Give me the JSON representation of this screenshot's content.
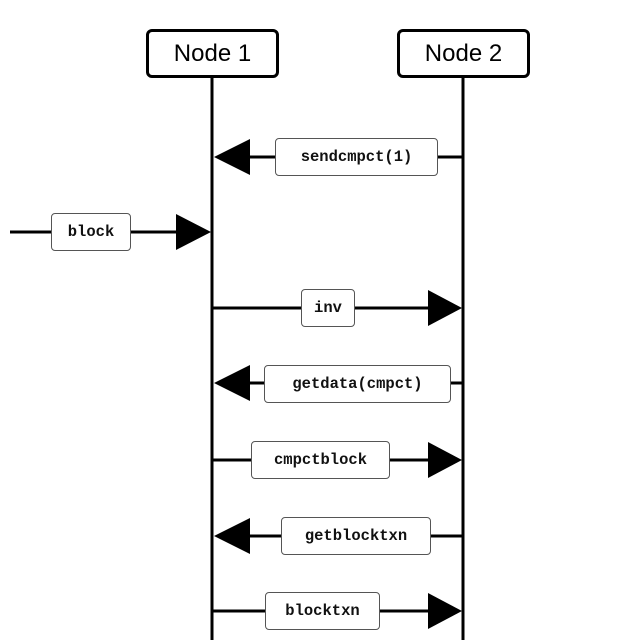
{
  "nodes": [
    {
      "id": "node1",
      "label": "Node 1"
    },
    {
      "id": "node2",
      "label": "Node 2"
    }
  ],
  "messages": [
    {
      "id": "sendcmpct",
      "label": "sendcmpct(1)",
      "from": "Node 2",
      "to": "Node 1"
    },
    {
      "id": "block",
      "label": "block",
      "from": "external",
      "to": "Node 1"
    },
    {
      "id": "inv",
      "label": "inv",
      "from": "Node 1",
      "to": "Node 2"
    },
    {
      "id": "getdata",
      "label": "getdata(cmpct)",
      "from": "Node 2",
      "to": "Node 1"
    },
    {
      "id": "cmpctblock",
      "label": "cmpctblock",
      "from": "Node 1",
      "to": "Node 2"
    },
    {
      "id": "getblocktxn",
      "label": "getblocktxn",
      "from": "Node 2",
      "to": "Node 1"
    },
    {
      "id": "blocktxn",
      "label": "blocktxn",
      "from": "Node 1",
      "to": "Node 2"
    }
  ],
  "colors": {
    "line": "#000000",
    "label_border": "#555555",
    "background": "#ffffff"
  }
}
